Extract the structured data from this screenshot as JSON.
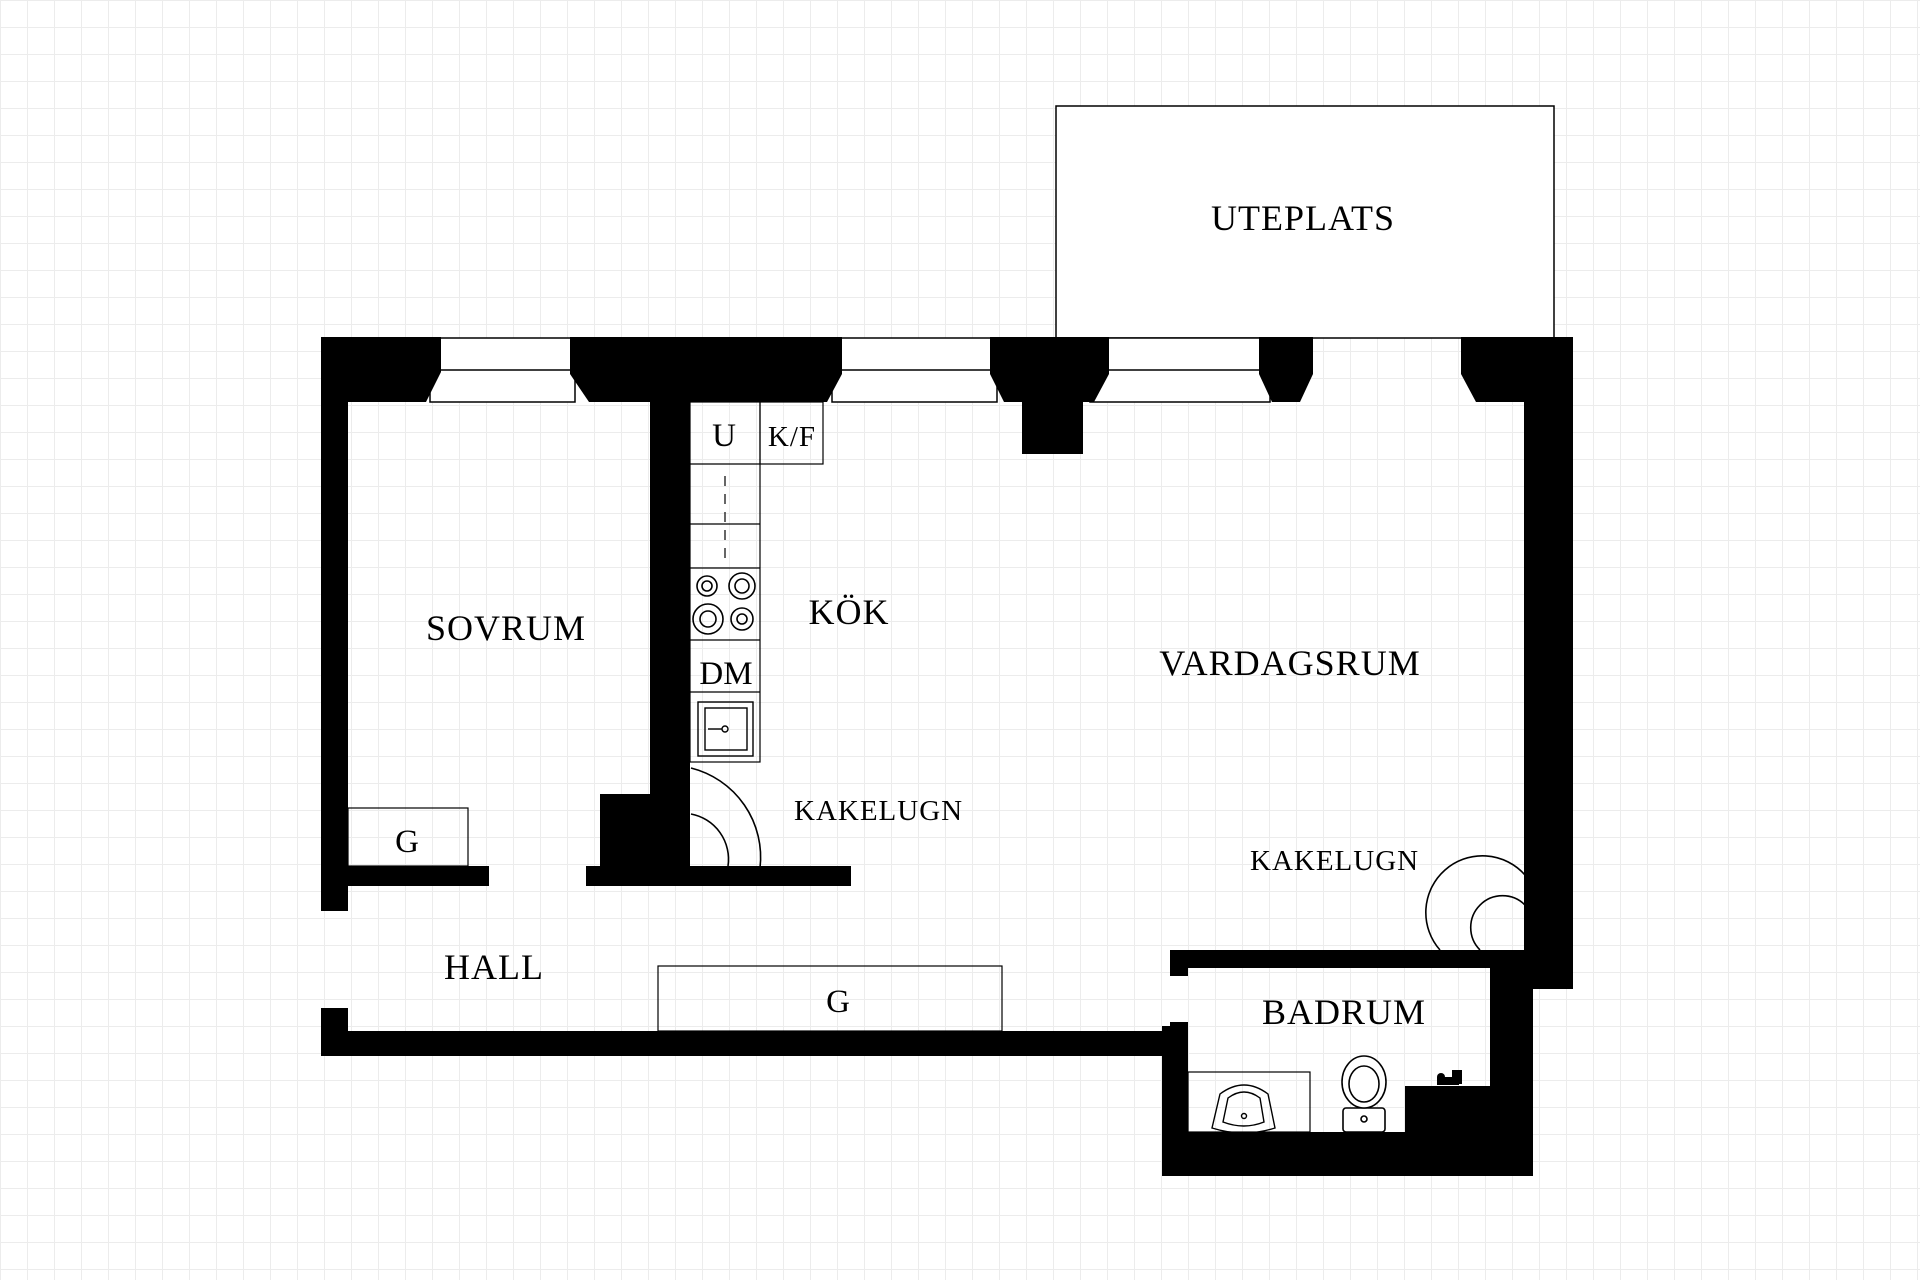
{
  "plan": {
    "rooms": {
      "uteplats": "UTEPLATS",
      "sovrum": "SOVRUM",
      "kok": "KÖK",
      "vardagsrum": "VARDAGSRUM",
      "hall": "HALL",
      "badrum": "BADRUM"
    },
    "fixtures": {
      "fridge": "U",
      "fridge_freezer": "K/F",
      "dishwasher": "DM",
      "wardrobe": "G",
      "kakelugn": "KAKELUGN"
    },
    "colors": {
      "wall": "#000000",
      "background": "#ffffff",
      "grid": "#ececec"
    }
  }
}
